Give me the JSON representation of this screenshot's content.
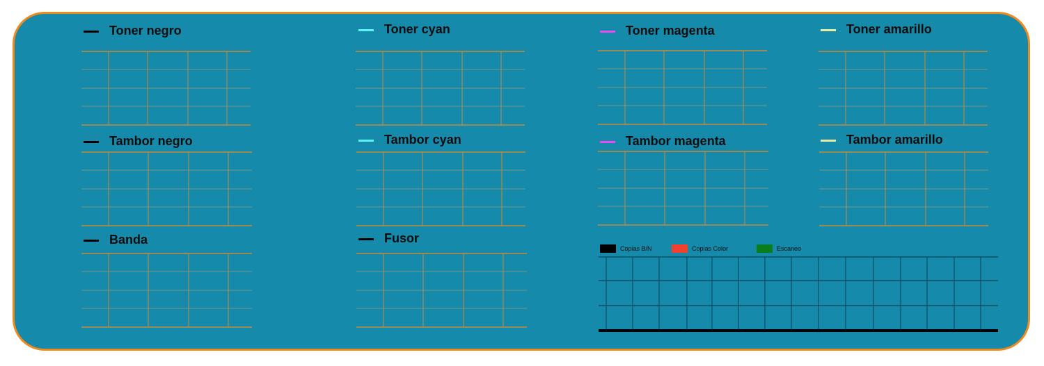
{
  "colors": {
    "panel_background": "#158aab",
    "panel_border": "#f08a1c",
    "grid_line": "#c98a3a",
    "grid_line_light": "#d9a060",
    "black": "#000000",
    "cyan": "#5ef2f2",
    "magenta": "#e84cf0",
    "yellow": "#e8eba0"
  },
  "chart_data": [
    {
      "type": "line",
      "title": "Toner negro",
      "series_color": "#000000",
      "series": []
    },
    {
      "type": "line",
      "title": "Toner cyan",
      "series_color": "#5ef2f2",
      "series": []
    },
    {
      "type": "line",
      "title": "Toner magenta",
      "series_color": "#e84cf0",
      "series": []
    },
    {
      "type": "line",
      "title": "Toner amarillo",
      "series_color": "#e8eba0",
      "series": []
    },
    {
      "type": "line",
      "title": "Tambor negro",
      "series_color": "#000000",
      "series": []
    },
    {
      "type": "line",
      "title": "Tambor cyan",
      "series_color": "#5ef2f2",
      "series": []
    },
    {
      "type": "line",
      "title": "Tambor magenta",
      "series_color": "#e84cf0",
      "series": []
    },
    {
      "type": "line",
      "title": "Tambor amarillo",
      "series_color": "#e8eba0",
      "series": []
    },
    {
      "type": "line",
      "title": "Banda",
      "series_color": "#000000",
      "series": []
    },
    {
      "type": "line",
      "title": "Fusor",
      "series_color": "#000000",
      "series": []
    },
    {
      "type": "bar",
      "title": "",
      "legend_position": "top-left",
      "series": [
        {
          "name": "Copias B/N",
          "color": "#000000",
          "values": []
        },
        {
          "name": "Copias Color",
          "color": "#f0412f",
          "values": []
        },
        {
          "name": "Escaneo",
          "color": "#0a7d1e",
          "values": []
        }
      ]
    }
  ]
}
